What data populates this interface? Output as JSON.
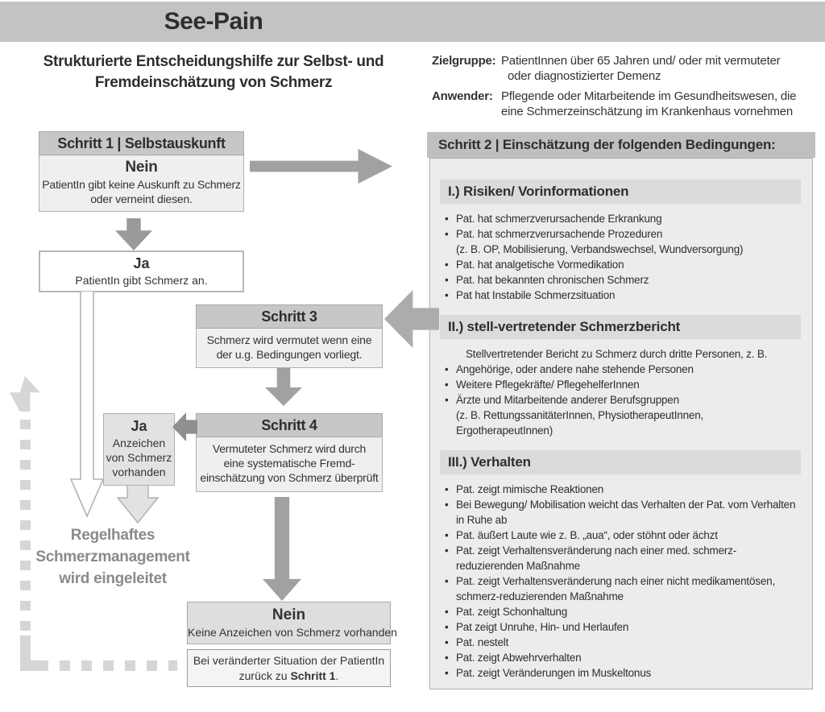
{
  "colors": {
    "title_bar": "#c3c3c3",
    "box_header": "#c7c7c7",
    "box_body": "#efefef",
    "panel_header": "#bfbfbf",
    "panel_body": "#ececec",
    "section_header": "#dbdbdb",
    "arrow_solid": "#a1a1a1",
    "arrow_outline": "#b3b3b3",
    "dashed_path": "#d6d6d6",
    "text": "#2e2e2e",
    "muted_text": "#8a8a8a"
  },
  "header": {
    "title": "See-Pain"
  },
  "intro": {
    "subtitle_line1": "Strukturierte Entscheidungshilfe zur Selbst- und",
    "subtitle_line2": "Fremdeinschätzung von Schmerz",
    "zielgruppe_label": "Zielgruppe:",
    "zielgruppe_line1": "PatientInnen über 65 Jahren  und/ oder mit vermuteter",
    "zielgruppe_line2": "oder diagnostizierter Demenz",
    "anwender_label": "Anwender:",
    "anwender_line1": "Pflegende oder Mitarbeitende im Gesundheitswesen, die",
    "anwender_line2": "eine Schmerzeinschätzung im Krankenhaus vornehmen"
  },
  "flow": {
    "step1": {
      "header": "Schritt 1 | Selbstauskunft",
      "title": "Nein",
      "line1": "PatientIn gibt keine Auskunft zu Schmerz",
      "line2": "oder verneint diesen."
    },
    "ja1": {
      "title": "Ja",
      "line1": "PatientIn gibt Schmerz an."
    },
    "step3": {
      "header": "Schritt 3",
      "line1": "Schmerz wird vermutet  wenn eine",
      "line2": "der u.g. Bedingungen vorliegt."
    },
    "step4": {
      "header": "Schritt 4",
      "line1": "Vermuteter Schmerz wird durch",
      "line2": "eine systematische Fremd-",
      "line3": "einschätzung  von Schmerz überprüft"
    },
    "ja2": {
      "title": "Ja",
      "line1": "Anzeichen",
      "line2": "von Schmerz",
      "line3": "vorhanden"
    },
    "management": {
      "line1": "Regelhaftes",
      "line2": "Schmerzmanagement",
      "line3": "wird eingeleitet"
    },
    "nein2": {
      "title": "Nein",
      "line1": "Keine Anzeichen von Schmerz vorhanden"
    },
    "restart": {
      "line1": "Bei veränderter Situation der PatientIn",
      "line2_prefix": "zurück zu ",
      "line2_bold": "Schritt 1",
      "line2_suffix": "."
    }
  },
  "panel": {
    "header": "Schritt 2 |  Einschätzung der folgenden Bedingungen:",
    "sections": [
      {
        "title": "I.) Risiken/ Vorinformationen",
        "items": [
          {
            "text": "Pat. hat schmerzverursachende Erkrankung",
            "bullet": true
          },
          {
            "text": "Pat. hat schmerzverursachende Prozeduren",
            "bullet": true
          },
          {
            "text": "(z. B.  OP, Mobilisierung, Verbandswechsel, Wundversorgung)",
            "bullet": false
          },
          {
            "text": "Pat. hat  analgetische Vormedikation",
            "bullet": true
          },
          {
            "text": "Pat. hat bekannten chronischen Schmerz",
            "bullet": true
          },
          {
            "text": "Pat hat Instabile Schmerzsituation",
            "bullet": true
          }
        ]
      },
      {
        "title": "II.) stell-vertretender Schmerzbericht",
        "items": [
          {
            "text": "Stellvertretender Bericht zu Schmerz durch dritte Personen, z. B.",
            "bullet": false,
            "style": "sub"
          },
          {
            "text": "Angehörige,  oder andere nahe stehende Personen",
            "bullet": true
          },
          {
            "text": "Weitere Pflegekräfte/ PflegehelferInnen",
            "bullet": true
          },
          {
            "text": "Ärzte und Mitarbeitende anderer Berufsgruppen",
            "bullet": true
          },
          {
            "text": "(z. B. RettungssanitäterInnen, PhysiotherapeutInnen, ErgotherapeutInnen)",
            "bullet": false
          }
        ]
      },
      {
        "title": "III.) Verhalten",
        "items": [
          {
            "text": "Pat. zeigt mimische Reaktionen",
            "bullet": true
          },
          {
            "text": "Bei Bewegung/ Mobilisation weicht das Verhalten der Pat. vom Verhalten in Ruhe ab",
            "bullet": true
          },
          {
            "text": "Pat. äußert  Laute wie  z. B. „aua“, oder  stöhnt oder ächzt",
            "bullet": true
          },
          {
            "text": "Pat. zeigt Verhaltensveränderung nach einer med. schmerz-reduzierenden Maßnahme",
            "bullet": true
          },
          {
            "text": "Pat. zeigt Verhaltensveränderung nach einer nicht medikamentösen, schmerz-reduzierenden Maßnahme",
            "bullet": true
          },
          {
            "text": "Pat. zeigt Schonhaltung",
            "bullet": true
          },
          {
            "text": "Pat zeigt Unruhe, Hin- und Herlaufen",
            "bullet": true
          },
          {
            "text": "Pat. nestelt",
            "bullet": true
          },
          {
            "text": "Pat. zeigt Abwehrverhalten",
            "bullet": true
          },
          {
            "text": "Pat. zeigt Veränderungen im Muskeltonus",
            "bullet": true
          }
        ]
      }
    ]
  }
}
